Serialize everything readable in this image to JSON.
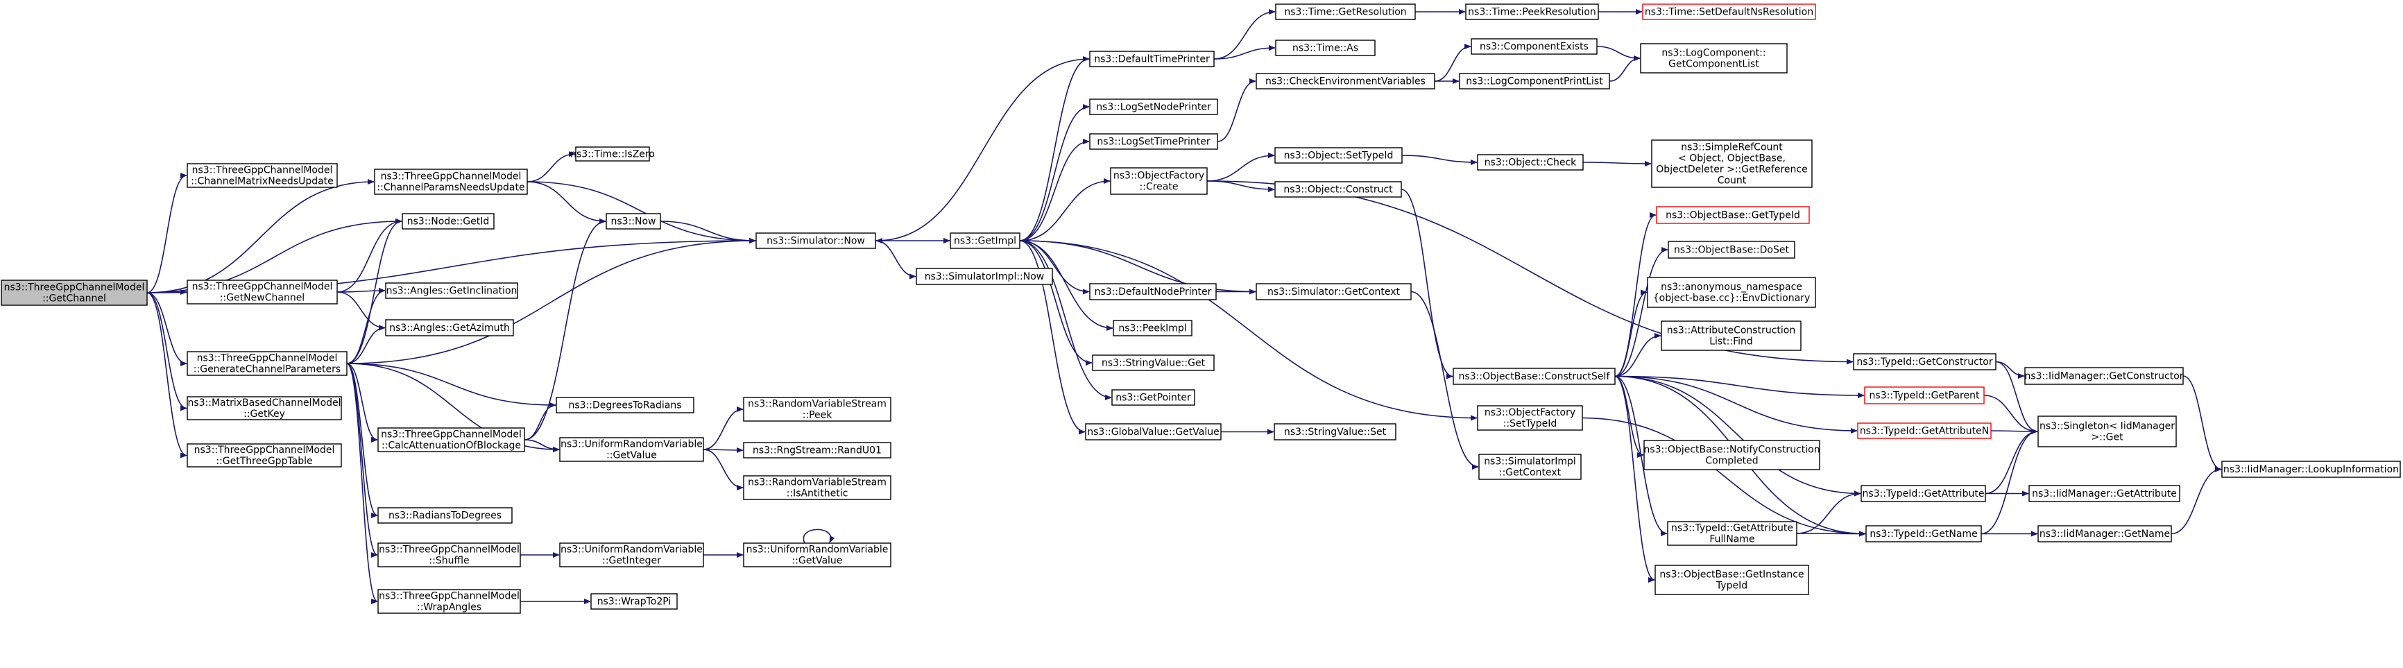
{
  "diagram": {
    "colors": {
      "edge": "#191970",
      "node_border": "#000000",
      "node_fill": "#ffffff",
      "root_fill": "#bfbfbf",
      "external_border": "#ff0000"
    },
    "nodes": [
      {
        "id": "n0",
        "lines": [
          "ns3::ThreeGppChannelModel",
          "::GetChannel"
        ],
        "style": "root"
      },
      {
        "id": "n1",
        "lines": [
          "ns3::ThreeGppChannelModel",
          "::ChannelMatrixNeedsUpdate"
        ],
        "style": "normal"
      },
      {
        "id": "n2",
        "lines": [
          "ns3::ThreeGppChannelModel",
          "::ChannelParamsNeedsUpdate"
        ],
        "style": "normal"
      },
      {
        "id": "n3",
        "lines": [
          "ns3::Time::IsZero"
        ],
        "style": "normal"
      },
      {
        "id": "n4",
        "lines": [
          "ns3::Node::GetId"
        ],
        "style": "normal"
      },
      {
        "id": "n5",
        "lines": [
          "ns3::Now"
        ],
        "style": "normal"
      },
      {
        "id": "n6",
        "lines": [
          "ns3::Simulator::Now"
        ],
        "style": "normal"
      },
      {
        "id": "n7",
        "lines": [
          "ns3::ThreeGppChannelModel",
          "::GetNewChannel"
        ],
        "style": "normal"
      },
      {
        "id": "n8",
        "lines": [
          "ns3::Angles::GetInclination"
        ],
        "style": "normal"
      },
      {
        "id": "n9",
        "lines": [
          "ns3::Angles::GetAzimuth"
        ],
        "style": "normal"
      },
      {
        "id": "n10",
        "lines": [
          "ns3::ThreeGppChannelModel",
          "::GenerateChannelParameters"
        ],
        "style": "normal"
      },
      {
        "id": "n11",
        "lines": [
          "ns3::MatrixBasedChannelModel",
          "::GetKey"
        ],
        "style": "normal"
      },
      {
        "id": "n12",
        "lines": [
          "ns3::ThreeGppChannelModel",
          "::GetThreeGppTable"
        ],
        "style": "normal"
      },
      {
        "id": "n13",
        "lines": [
          "ns3::DegreesToRadians"
        ],
        "style": "normal"
      },
      {
        "id": "n14",
        "lines": [
          "ns3::ThreeGppChannelModel",
          "::CalcAttenuationOfBlockage"
        ],
        "style": "normal"
      },
      {
        "id": "n15",
        "lines": [
          "ns3::UniformRandomVariable",
          "::GetValue"
        ],
        "style": "normal"
      },
      {
        "id": "n16",
        "lines": [
          "ns3::RandomVariableStream",
          "::Peek"
        ],
        "style": "normal"
      },
      {
        "id": "n17",
        "lines": [
          "ns3::RngStream::RandU01"
        ],
        "style": "normal"
      },
      {
        "id": "n18",
        "lines": [
          "ns3::RandomVariableStream",
          "::IsAntithetic"
        ],
        "style": "normal"
      },
      {
        "id": "n19",
        "lines": [
          "ns3::RadiansToDegrees"
        ],
        "style": "normal"
      },
      {
        "id": "n20",
        "lines": [
          "ns3::ThreeGppChannelModel",
          "::Shuffle"
        ],
        "style": "normal"
      },
      {
        "id": "n21",
        "lines": [
          "ns3::UniformRandomVariable",
          "::GetInteger"
        ],
        "style": "normal"
      },
      {
        "id": "n22",
        "lines": [
          "ns3::UniformRandomVariable",
          "::GetValue"
        ],
        "style": "normal"
      },
      {
        "id": "n23",
        "lines": [
          "ns3::ThreeGppChannelModel",
          "::WrapAngles"
        ],
        "style": "normal"
      },
      {
        "id": "n24",
        "lines": [
          "ns3::WrapTo2Pi"
        ],
        "style": "normal"
      },
      {
        "id": "n25",
        "lines": [
          "ns3::GetImpl"
        ],
        "style": "normal"
      },
      {
        "id": "n26",
        "lines": [
          "ns3::SimulatorImpl::Now"
        ],
        "style": "normal"
      },
      {
        "id": "n27",
        "lines": [
          "ns3::DefaultTimePrinter"
        ],
        "style": "normal"
      },
      {
        "id": "n28",
        "lines": [
          "ns3::Time::GetResolution"
        ],
        "style": "normal"
      },
      {
        "id": "n29",
        "lines": [
          "ns3::Time::PeekResolution"
        ],
        "style": "normal"
      },
      {
        "id": "n30",
        "lines": [
          "ns3::Time::SetDefaultNsResolution"
        ],
        "style": "external"
      },
      {
        "id": "n31",
        "lines": [
          "ns3::Time::As"
        ],
        "style": "normal"
      },
      {
        "id": "n32",
        "lines": [
          "ns3::CheckEnvironmentVariables"
        ],
        "style": "normal"
      },
      {
        "id": "n33",
        "lines": [
          "ns3::ComponentExists"
        ],
        "style": "normal"
      },
      {
        "id": "n34",
        "lines": [
          "ns3::LogComponent::",
          "GetComponentList"
        ],
        "style": "normal"
      },
      {
        "id": "n35",
        "lines": [
          "ns3::LogComponentPrintList"
        ],
        "style": "normal"
      },
      {
        "id": "n36",
        "lines": [
          "ns3::LogSetNodePrinter"
        ],
        "style": "normal"
      },
      {
        "id": "n37",
        "lines": [
          "ns3::LogSetTimePrinter"
        ],
        "style": "normal"
      },
      {
        "id": "n38",
        "lines": [
          "ns3::ObjectFactory",
          "::Create"
        ],
        "style": "normal"
      },
      {
        "id": "n39",
        "lines": [
          "ns3::Object::SetTypeId"
        ],
        "style": "normal"
      },
      {
        "id": "n40",
        "lines": [
          "ns3::Object::Check"
        ],
        "style": "normal"
      },
      {
        "id": "n41",
        "lines": [
          "ns3::SimpleRefCount",
          "< Object, ObjectBase,",
          "ObjectDeleter >::GetReference",
          "Count"
        ],
        "style": "normal"
      },
      {
        "id": "n42",
        "lines": [
          "ns3::Object::Construct"
        ],
        "style": "normal"
      },
      {
        "id": "n43",
        "lines": [
          "ns3::ObjectBase::GetTypeId"
        ],
        "style": "external"
      },
      {
        "id": "n44",
        "lines": [
          "ns3::ObjectBase::DoSet"
        ],
        "style": "normal"
      },
      {
        "id": "n45",
        "lines": [
          "ns3::anonymous_namespace",
          "{object-base.cc}::EnvDictionary"
        ],
        "style": "normal"
      },
      {
        "id": "n46",
        "lines": [
          "ns3::AttributeConstruction",
          "List::Find"
        ],
        "style": "normal"
      },
      {
        "id": "n47",
        "lines": [
          "ns3::ObjectBase::ConstructSelf"
        ],
        "style": "normal"
      },
      {
        "id": "n48",
        "lines": [
          "ns3::DefaultNodePrinter"
        ],
        "style": "normal"
      },
      {
        "id": "n49",
        "lines": [
          "ns3::Simulator::GetContext"
        ],
        "style": "normal"
      },
      {
        "id": "n50",
        "lines": [
          "ns3::PeekImpl"
        ],
        "style": "normal"
      },
      {
        "id": "n51",
        "lines": [
          "ns3::StringValue::Get"
        ],
        "style": "normal"
      },
      {
        "id": "n52",
        "lines": [
          "ns3::GetPointer"
        ],
        "style": "normal"
      },
      {
        "id": "n53",
        "lines": [
          "ns3::GlobalValue::GetValue"
        ],
        "style": "normal"
      },
      {
        "id": "n54",
        "lines": [
          "ns3::StringValue::Set"
        ],
        "style": "normal"
      },
      {
        "id": "n55",
        "lines": [
          "ns3::ObjectFactory",
          "::SetTypeId"
        ],
        "style": "normal"
      },
      {
        "id": "n56",
        "lines": [
          "ns3::SimulatorImpl",
          "::GetContext"
        ],
        "style": "normal"
      },
      {
        "id": "n57",
        "lines": [
          "ns3::ObjectBase::NotifyConstruction",
          "Completed"
        ],
        "style": "normal"
      },
      {
        "id": "n58",
        "lines": [
          "ns3::TypeId::GetAttribute",
          "FullName"
        ],
        "style": "normal"
      },
      {
        "id": "n59",
        "lines": [
          "ns3::ObjectBase::GetInstance",
          "TypeId"
        ],
        "style": "normal"
      },
      {
        "id": "n60",
        "lines": [
          "ns3::TypeId::GetConstructor"
        ],
        "style": "normal"
      },
      {
        "id": "n61",
        "lines": [
          "ns3::IidManager::GetConstructor"
        ],
        "style": "normal"
      },
      {
        "id": "n62",
        "lines": [
          "ns3::TypeId::GetParent"
        ],
        "style": "external"
      },
      {
        "id": "n63",
        "lines": [
          "ns3::TypeId::GetAttributeN"
        ],
        "style": "external"
      },
      {
        "id": "n64",
        "lines": [
          "ns3::Singleton< IidManager",
          ">::Get"
        ],
        "style": "normal"
      },
      {
        "id": "n65",
        "lines": [
          "ns3::TypeId::GetAttribute"
        ],
        "style": "normal"
      },
      {
        "id": "n66",
        "lines": [
          "ns3::IidManager::GetAttribute"
        ],
        "style": "normal"
      },
      {
        "id": "n67",
        "lines": [
          "ns3::TypeId::GetName"
        ],
        "style": "normal"
      },
      {
        "id": "n68",
        "lines": [
          "ns3::IidManager::GetName"
        ],
        "style": "normal"
      },
      {
        "id": "n69",
        "lines": [
          "ns3::IidManager::LookupInformation"
        ],
        "style": "normal"
      }
    ],
    "edges": [
      [
        "n0",
        "n1"
      ],
      [
        "n0",
        "n2"
      ],
      [
        "n0",
        "n4"
      ],
      [
        "n0",
        "n6"
      ],
      [
        "n0",
        "n7"
      ],
      [
        "n0",
        "n10"
      ],
      [
        "n0",
        "n11"
      ],
      [
        "n0",
        "n12"
      ],
      [
        "n2",
        "n3"
      ],
      [
        "n2",
        "n5"
      ],
      [
        "n2",
        "n6"
      ],
      [
        "n5",
        "n6"
      ],
      [
        "n7",
        "n4"
      ],
      [
        "n7",
        "n8"
      ],
      [
        "n7",
        "n9"
      ],
      [
        "n10",
        "n4"
      ],
      [
        "n10",
        "n6"
      ],
      [
        "n10",
        "n8"
      ],
      [
        "n10",
        "n9"
      ],
      [
        "n10",
        "n13"
      ],
      [
        "n10",
        "n14"
      ],
      [
        "n10",
        "n15"
      ],
      [
        "n10",
        "n19"
      ],
      [
        "n10",
        "n20"
      ],
      [
        "n10",
        "n23"
      ],
      [
        "n14",
        "n5"
      ],
      [
        "n14",
        "n13"
      ],
      [
        "n14",
        "n15"
      ],
      [
        "n15",
        "n16"
      ],
      [
        "n15",
        "n17"
      ],
      [
        "n15",
        "n18"
      ],
      [
        "n20",
        "n21"
      ],
      [
        "n21",
        "n22"
      ],
      [
        "n22",
        "n22"
      ],
      [
        "n23",
        "n24"
      ],
      [
        "n6",
        "n25"
      ],
      [
        "n6",
        "n26"
      ],
      [
        "n25",
        "n27"
      ],
      [
        "n25",
        "n36"
      ],
      [
        "n25",
        "n37"
      ],
      [
        "n25",
        "n38"
      ],
      [
        "n25",
        "n48"
      ],
      [
        "n25",
        "n50"
      ],
      [
        "n25",
        "n51"
      ],
      [
        "n25",
        "n52"
      ],
      [
        "n25",
        "n53"
      ],
      [
        "n25",
        "n55"
      ],
      [
        "n27",
        "n6"
      ],
      [
        "n27",
        "n28"
      ],
      [
        "n27",
        "n31"
      ],
      [
        "n28",
        "n29"
      ],
      [
        "n29",
        "n30"
      ],
      [
        "n37",
        "n32"
      ],
      [
        "n32",
        "n33"
      ],
      [
        "n32",
        "n35"
      ],
      [
        "n33",
        "n34"
      ],
      [
        "n35",
        "n34"
      ],
      [
        "n38",
        "n39"
      ],
      [
        "n38",
        "n42"
      ],
      [
        "n38",
        "n60"
      ],
      [
        "n39",
        "n40"
      ],
      [
        "n40",
        "n41"
      ],
      [
        "n42",
        "n47"
      ],
      [
        "n47",
        "n43"
      ],
      [
        "n47",
        "n44"
      ],
      [
        "n47",
        "n45"
      ],
      [
        "n47",
        "n46"
      ],
      [
        "n47",
        "n57"
      ],
      [
        "n47",
        "n58"
      ],
      [
        "n47",
        "n59"
      ],
      [
        "n47",
        "n62"
      ],
      [
        "n47",
        "n63"
      ],
      [
        "n47",
        "n65"
      ],
      [
        "n47",
        "n67"
      ],
      [
        "n48",
        "n49"
      ],
      [
        "n49",
        "n25"
      ],
      [
        "n49",
        "n56"
      ],
      [
        "n53",
        "n54"
      ],
      [
        "n55",
        "n67"
      ],
      [
        "n58",
        "n65"
      ],
      [
        "n58",
        "n67"
      ],
      [
        "n60",
        "n61"
      ],
      [
        "n60",
        "n64"
      ],
      [
        "n61",
        "n69"
      ],
      [
        "n62",
        "n64"
      ],
      [
        "n63",
        "n64"
      ],
      [
        "n65",
        "n64"
      ],
      [
        "n65",
        "n66"
      ],
      [
        "n67",
        "n64"
      ],
      [
        "n67",
        "n68"
      ],
      [
        "n68",
        "n69"
      ]
    ]
  }
}
